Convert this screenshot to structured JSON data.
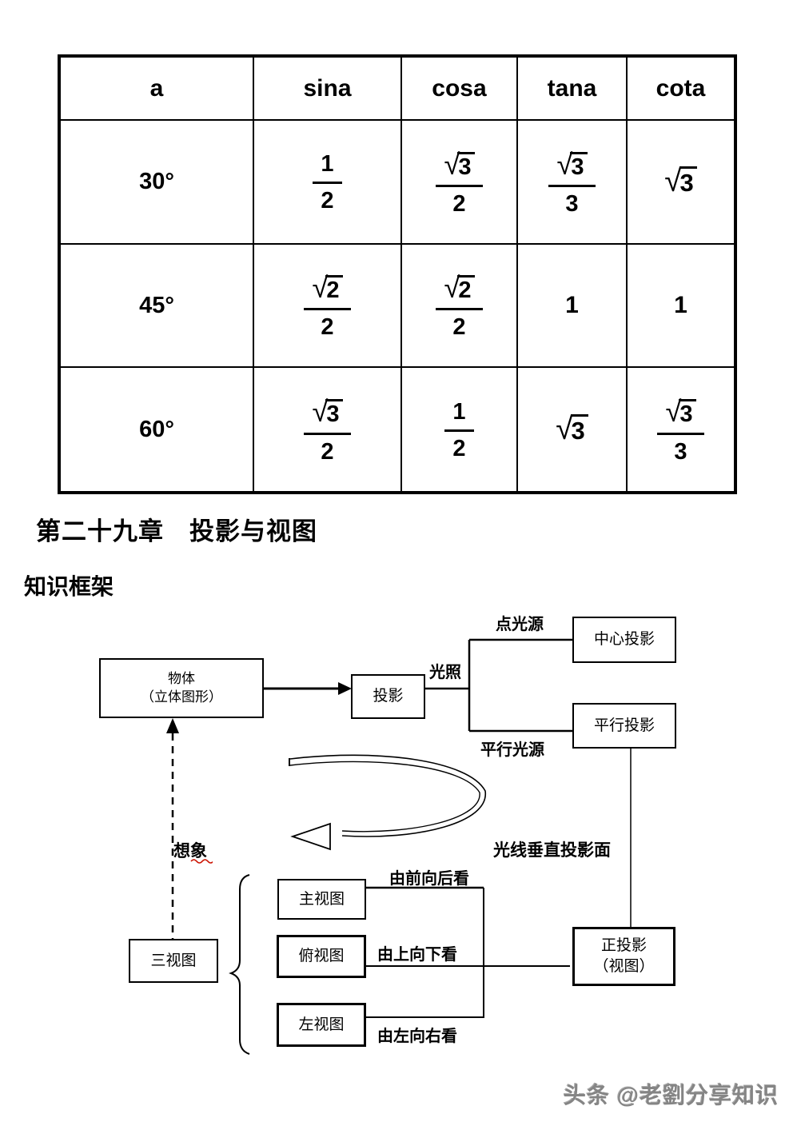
{
  "trig_table": {
    "headers": [
      "a",
      "sina",
      "cosa",
      "tana",
      "cota"
    ],
    "rows": [
      {
        "angle": "30°",
        "cells": [
          {
            "frac": [
              "1",
              "2"
            ]
          },
          {
            "frac": [
              "√3",
              "2"
            ]
          },
          {
            "frac": [
              "√3",
              "3"
            ]
          },
          {
            "sqrt": "3"
          }
        ]
      },
      {
        "angle": "45°",
        "cells": [
          {
            "frac": [
              "√2",
              "2"
            ]
          },
          {
            "frac": [
              "√2",
              "2"
            ]
          },
          {
            "text": "1"
          },
          {
            "text": "1"
          }
        ]
      },
      {
        "angle": "60°",
        "cells": [
          {
            "frac": [
              "√3",
              "2"
            ]
          },
          {
            "frac": [
              "1",
              "2"
            ]
          },
          {
            "sqrt": "3"
          },
          {
            "frac": [
              "√3",
              "3"
            ]
          }
        ]
      }
    ]
  },
  "chapter_heading": "第二十九章　投影与视图",
  "section_heading": "知识框架",
  "diagram": {
    "boxes": {
      "object_line1": "物体",
      "object_line2": "（立体图形）",
      "projection": "投影",
      "central_projection": "中心投影",
      "parallel_projection": "平行投影",
      "ortho_line1": "正投影",
      "ortho_line2": "（视图）",
      "three_views": "三视图",
      "front_view": "主视图",
      "top_view": "俯视图",
      "side_view": "左视图"
    },
    "labels": {
      "light": "光照",
      "point_source": "点光源",
      "parallel_source": "平行光源",
      "imagine": "想象",
      "perpendicular": "光线垂直投影面",
      "front_to_back": "由前向后看",
      "top_to_bottom": "由上向下看",
      "left_to_right": "由左向右看"
    }
  },
  "watermark": "头条 @老劉分享知识",
  "colors": {
    "ink": "#000000",
    "watermark_gray": "#858585",
    "squiggle_red": "#cc1100"
  }
}
